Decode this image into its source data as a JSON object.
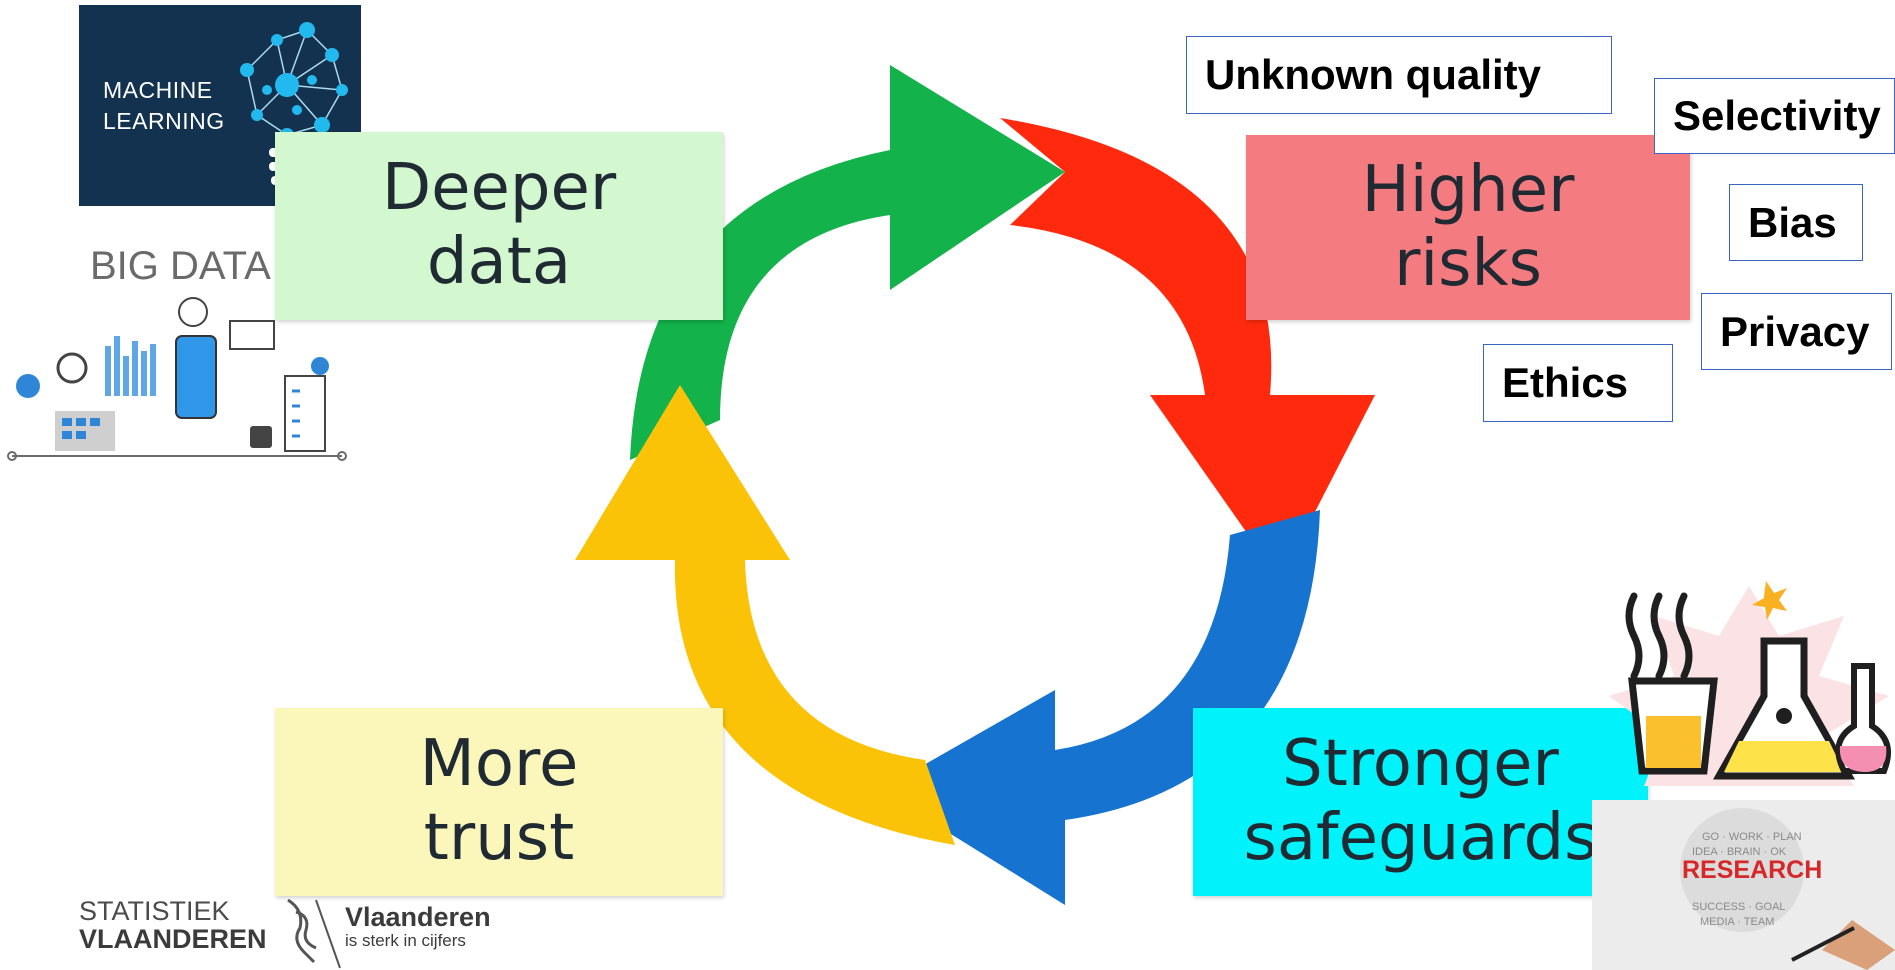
{
  "cycle": {
    "stages": [
      {
        "key": "deeper",
        "label": "Deeper\ndata",
        "color": "#d3f8cf",
        "arrow_color": "#13b24a"
      },
      {
        "key": "risks",
        "label": "Higher\nrisks",
        "color": "#f47b7f",
        "arrow_color": "#ff2a0d"
      },
      {
        "key": "safeguards",
        "label": "Stronger\nsafeguards",
        "color": "#00f2fb",
        "arrow_color": "#1673cf"
      },
      {
        "key": "trust",
        "label": "More\ntrust",
        "color": "#fbf6ba",
        "arrow_color": "#fbc308"
      }
    ]
  },
  "risk_tags": {
    "unknown_quality": "Unknown quality",
    "selectivity": "Selectivity",
    "bias": "Bias",
    "privacy": "Privacy",
    "ethics": "Ethics"
  },
  "images": {
    "machine_learning": "MACHINE\nLEARNING",
    "big_data": "BIG DATA",
    "research": "RESEARCH"
  },
  "footer": {
    "statistiek_line1": "STATISTIEK",
    "statistiek_line2": "VLAANDEREN",
    "vlaanderen": "Vlaanderen",
    "vlaanderen_tagline": "is sterk in cijfers"
  }
}
